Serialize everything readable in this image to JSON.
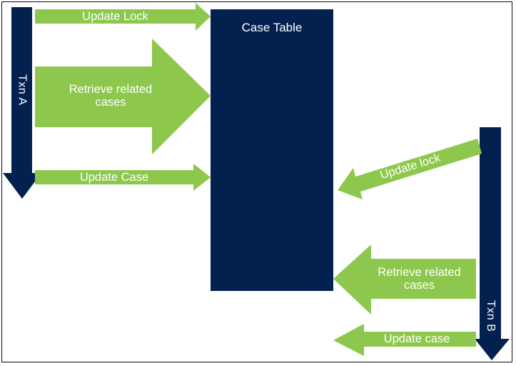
{
  "diagram": {
    "case_table": {
      "label": "Case Table"
    },
    "txn_a": {
      "label": "Txn A",
      "update_lock": "Update Lock",
      "retrieve": "Retrieve related\ncases",
      "update_case": "Update Case"
    },
    "txn_b": {
      "label": "Txn B",
      "update_lock": "Update lock",
      "retrieve": "Retrieve related\ncases",
      "update_case": "Update case"
    },
    "colors": {
      "navy": "#03214F",
      "green": "#8DC74D",
      "label_text": "#FFFFFF",
      "border": "#0B0B0B",
      "background": "#FFFFFF"
    }
  }
}
